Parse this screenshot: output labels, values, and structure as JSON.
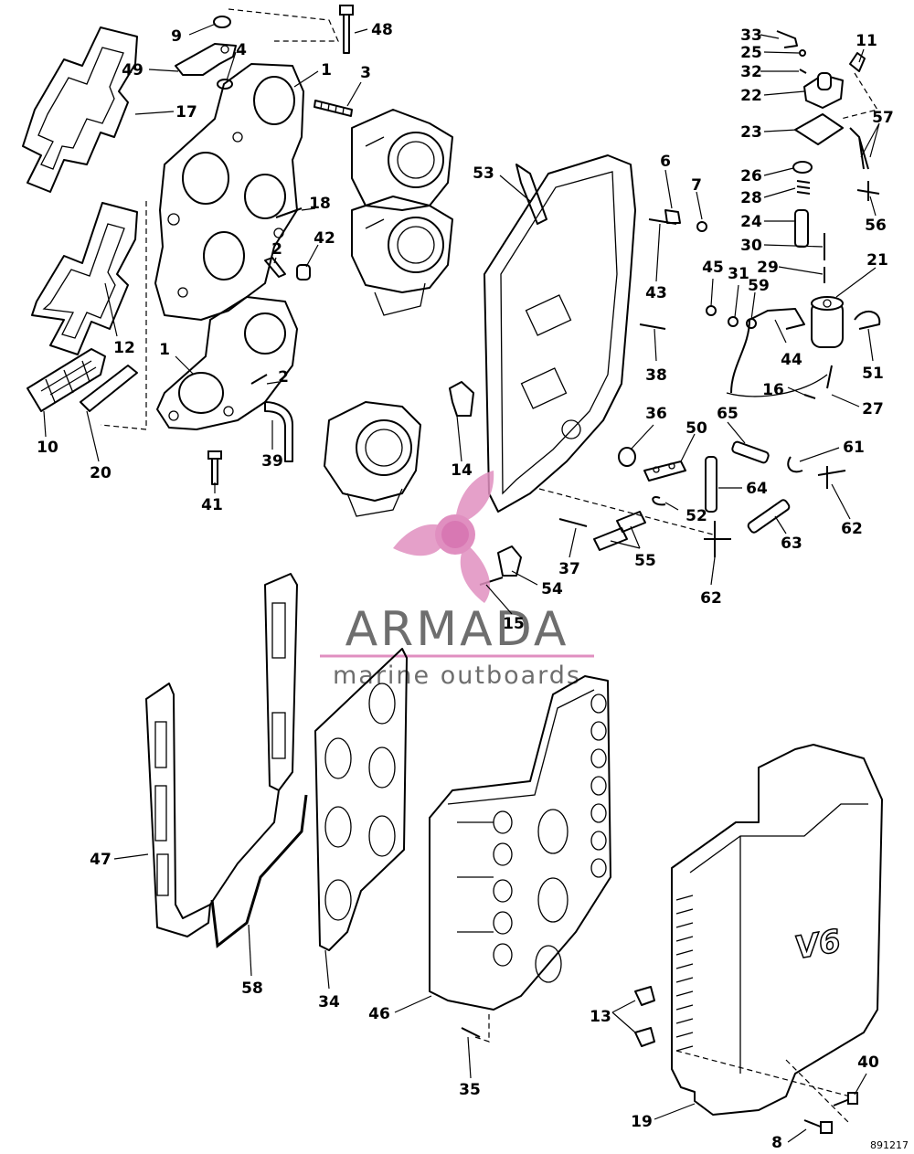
{
  "watermark": {
    "brand": "ARMADA",
    "tagline": "marine outboards",
    "accent_color": "#e08fc0",
    "text_color": "#6e6e6e"
  },
  "drawing_code": "891217",
  "labels": [
    {
      "id": "9",
      "text": "9"
    },
    {
      "id": "48",
      "text": "48"
    },
    {
      "id": "4",
      "text": "4"
    },
    {
      "id": "49",
      "text": "49"
    },
    {
      "id": "1a",
      "text": "1"
    },
    {
      "id": "3",
      "text": "3"
    },
    {
      "id": "17",
      "text": "17"
    },
    {
      "id": "18",
      "text": "18"
    },
    {
      "id": "2a",
      "text": "2"
    },
    {
      "id": "42",
      "text": "42"
    },
    {
      "id": "12",
      "text": "12"
    },
    {
      "id": "1b",
      "text": "1"
    },
    {
      "id": "2b",
      "text": "2"
    },
    {
      "id": "10",
      "text": "10"
    },
    {
      "id": "20",
      "text": "20"
    },
    {
      "id": "39",
      "text": "39"
    },
    {
      "id": "41",
      "text": "41"
    },
    {
      "id": "53",
      "text": "53"
    },
    {
      "id": "6",
      "text": "6"
    },
    {
      "id": "7",
      "text": "7"
    },
    {
      "id": "43",
      "text": "43"
    },
    {
      "id": "38",
      "text": "38"
    },
    {
      "id": "14",
      "text": "14"
    },
    {
      "id": "36",
      "text": "36"
    },
    {
      "id": "50",
      "text": "50"
    },
    {
      "id": "37",
      "text": "37"
    },
    {
      "id": "55",
      "text": "55"
    },
    {
      "id": "54",
      "text": "54"
    },
    {
      "id": "15",
      "text": "15"
    },
    {
      "id": "52",
      "text": "52"
    },
    {
      "id": "64",
      "text": "64"
    },
    {
      "id": "65",
      "text": "65"
    },
    {
      "id": "62a",
      "text": "62"
    },
    {
      "id": "33",
      "text": "33"
    },
    {
      "id": "25",
      "text": "25"
    },
    {
      "id": "32",
      "text": "32"
    },
    {
      "id": "22",
      "text": "22"
    },
    {
      "id": "23",
      "text": "23"
    },
    {
      "id": "26",
      "text": "26"
    },
    {
      "id": "28",
      "text": "28"
    },
    {
      "id": "24",
      "text": "24"
    },
    {
      "id": "30",
      "text": "30"
    },
    {
      "id": "29",
      "text": "29"
    },
    {
      "id": "45",
      "text": "45"
    },
    {
      "id": "31",
      "text": "31"
    },
    {
      "id": "59",
      "text": "59"
    },
    {
      "id": "44",
      "text": "44"
    },
    {
      "id": "21",
      "text": "21"
    },
    {
      "id": "11",
      "text": "11"
    },
    {
      "id": "57",
      "text": "57"
    },
    {
      "id": "56",
      "text": "56"
    },
    {
      "id": "51",
      "text": "51"
    },
    {
      "id": "16",
      "text": "16"
    },
    {
      "id": "27",
      "text": "27"
    },
    {
      "id": "61",
      "text": "61"
    },
    {
      "id": "62b",
      "text": "62"
    },
    {
      "id": "63",
      "text": "63"
    },
    {
      "id": "47",
      "text": "47"
    },
    {
      "id": "58",
      "text": "58"
    },
    {
      "id": "34",
      "text": "34"
    },
    {
      "id": "46",
      "text": "46"
    },
    {
      "id": "35",
      "text": "35"
    },
    {
      "id": "13",
      "text": "13"
    },
    {
      "id": "40",
      "text": "40"
    },
    {
      "id": "19",
      "text": "19"
    },
    {
      "id": "8",
      "text": "8"
    }
  ],
  "cover_emblem": "V6"
}
